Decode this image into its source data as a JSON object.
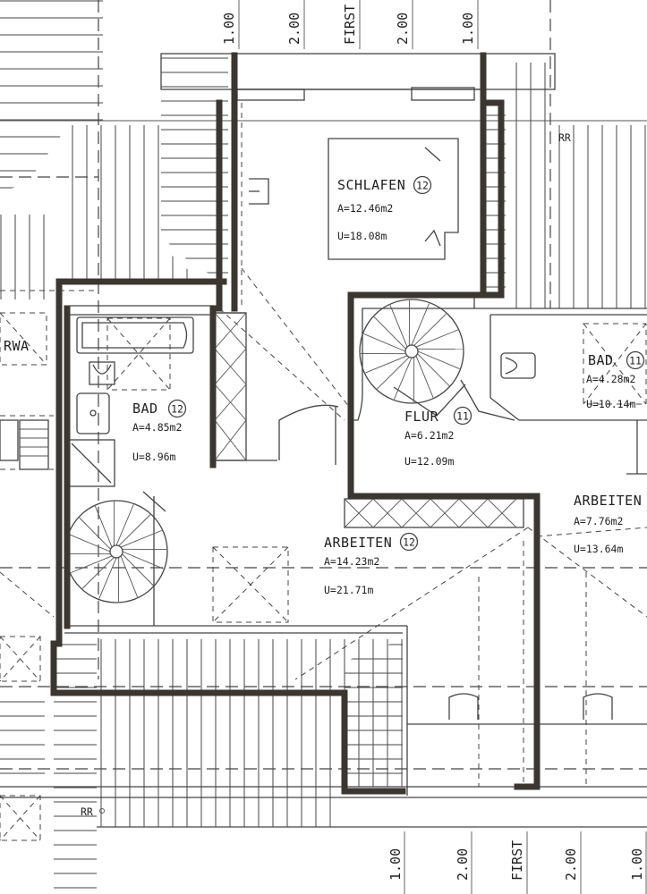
{
  "rooms": [
    {
      "name": "SCHLAFEN",
      "number": "12",
      "area": "A=12.46m2",
      "perimeter": "U=18.08m"
    },
    {
      "name": "BAD",
      "number": "12",
      "area": "A=4.85m2",
      "perimeter": "U=8.96m"
    },
    {
      "name": "FLUR",
      "number": "11",
      "area": "A=6.21m2",
      "perimeter": "U=12.09m"
    },
    {
      "name": "ARBEITEN",
      "number": "12",
      "area": "A=14.23m2",
      "perimeter": "U=21.71m"
    },
    {
      "name": "BAD",
      "number": "11",
      "area": "A=4.28m2",
      "perimeter": "U=10.14m"
    },
    {
      "name": "ARBEITEN",
      "number": "",
      "area": "A=7.76m2",
      "perimeter": "U=13.64m"
    }
  ],
  "labels": {
    "rwa": "RWA",
    "rr_top": "RR",
    "rr_bottom": "RR"
  },
  "dimensions_top": [
    "1.00",
    "2.00",
    "FIRST",
    "2.00",
    "1.00"
  ],
  "dimensions_bottom": [
    "1.00",
    "2.00",
    "FIRST",
    "2.00",
    "1.00"
  ],
  "colors": {
    "wall": "#3b3630",
    "line": "#444444",
    "paper": "#ffffff"
  }
}
